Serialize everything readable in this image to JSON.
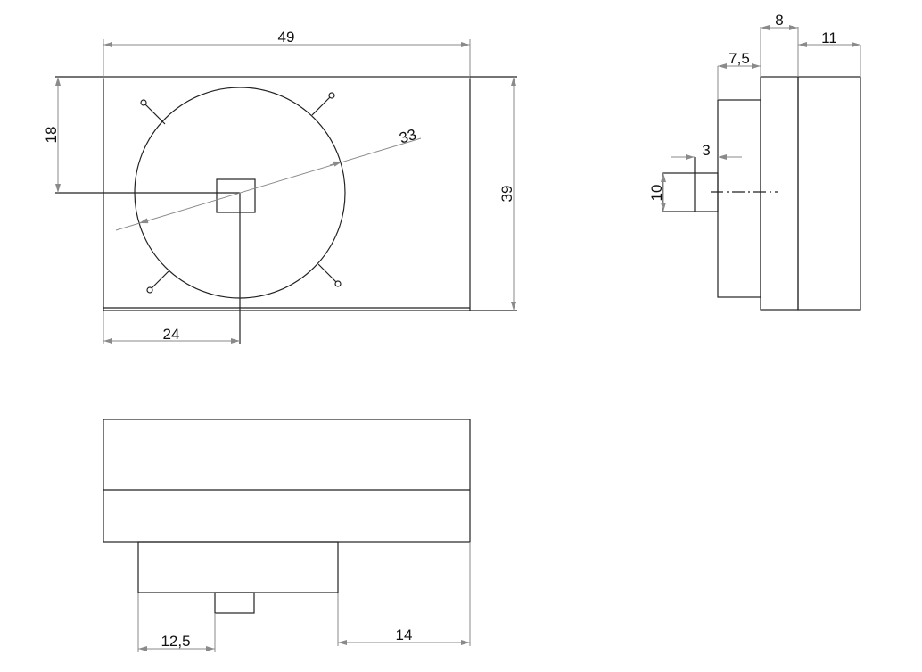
{
  "front_view": {
    "dim_width": "49",
    "dim_height": "39",
    "dim_center_y": "18",
    "dim_center_x": "24",
    "dim_diameter": "33"
  },
  "side_view": {
    "dim_a": "8",
    "dim_b": "11",
    "dim_c": "7,5",
    "dim_d": "3",
    "dim_e": "10"
  },
  "bottom_view": {
    "dim_f": "12,5",
    "dim_g": "14"
  }
}
